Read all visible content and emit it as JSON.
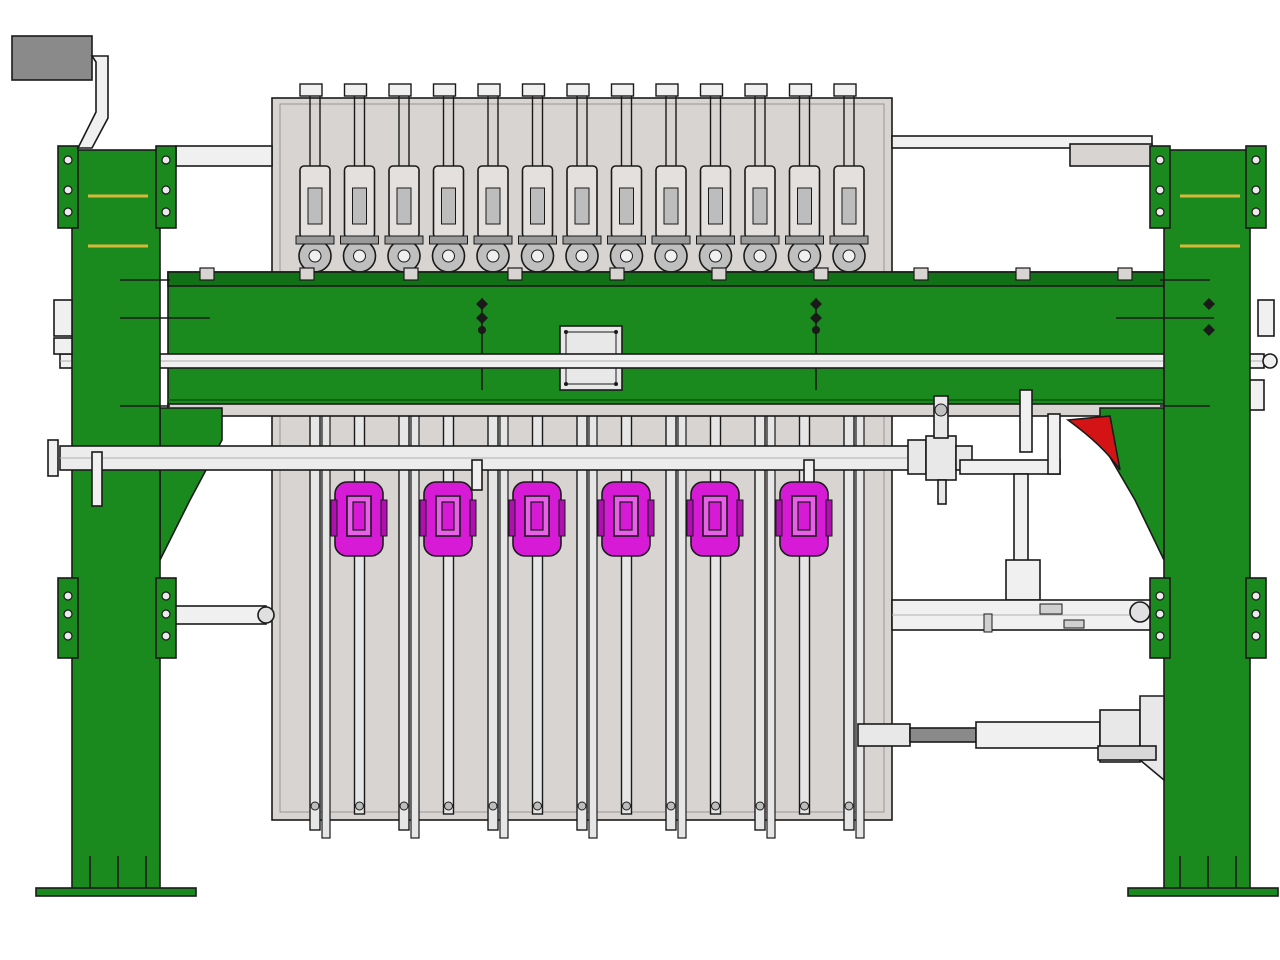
{
  "drawing": {
    "subject": "filter-press-front-elevation",
    "plate_count": 13,
    "pink_actuator_count": 6,
    "colors": {
      "frame_green": "#1a8a1e",
      "frame_green_dark": "#0f6412",
      "plate_grey": "#d8d4d2",
      "bar_grey": "#e6e6e6",
      "steel_light": "#f0f0f0",
      "actuator_pink": "#d61ad6",
      "accent_red": "#d41414",
      "tag_yellow": "#d8b83a",
      "outline": "#1a1a1a",
      "handle_grey": "#8a8a8a"
    },
    "icons": [
      "hand-crank-icon",
      "junction-box-icon",
      "pink-actuator-icon",
      "valve-icon",
      "hydraulic-cylinder-icon",
      "red-chute-icon"
    ]
  }
}
